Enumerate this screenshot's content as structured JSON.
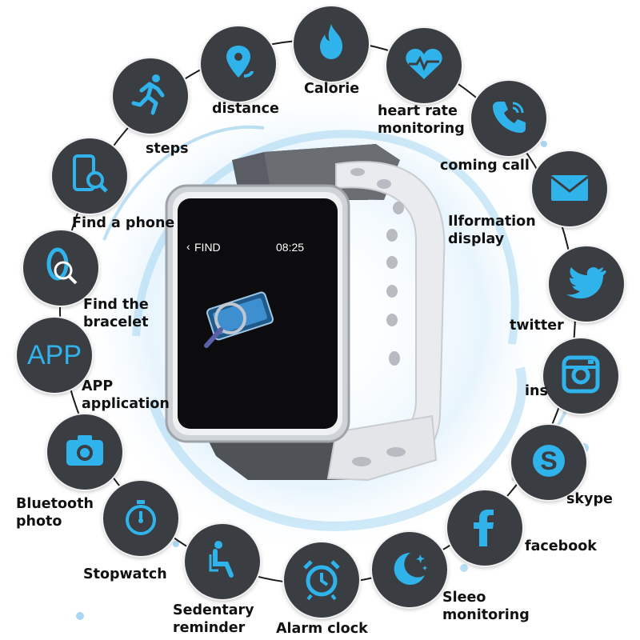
{
  "accent_color": "#2fb3ea",
  "icon_bg_color": "#3a3d42",
  "features": [
    {
      "key": "distance",
      "icon": "location-pin-icon",
      "label_lines": [
        "distance"
      ]
    },
    {
      "key": "calorie",
      "icon": "flame-icon",
      "label_lines": [
        "Calorie"
      ]
    },
    {
      "key": "heart_rate",
      "icon": "heart-rate-icon",
      "label_lines": [
        "heart rate",
        "monitoring"
      ]
    },
    {
      "key": "coming_call",
      "icon": "phone-call-icon",
      "label_lines": [
        "coming call"
      ]
    },
    {
      "key": "information",
      "icon": "envelope-icon",
      "label_lines": [
        "Ilformation",
        "display"
      ]
    },
    {
      "key": "twitter",
      "icon": "twitter-bird-icon",
      "label_lines": [
        "twitter"
      ]
    },
    {
      "key": "ins",
      "icon": "instagram-camera-icon",
      "label_lines": [
        "ins"
      ]
    },
    {
      "key": "skype",
      "icon": "skype-icon",
      "label_lines": [
        "skype"
      ]
    },
    {
      "key": "facebook",
      "icon": "facebook-icon",
      "label_lines": [
        "facebook"
      ]
    },
    {
      "key": "sleep",
      "icon": "moon-stars-icon",
      "label_lines": [
        "Sleeo",
        "monitoring"
      ]
    },
    {
      "key": "alarm",
      "icon": "alarm-clock-icon",
      "label_lines": [
        "Alarm clock"
      ]
    },
    {
      "key": "sedentary",
      "icon": "seated-person-icon",
      "label_lines": [
        "Sedentary",
        "reminder"
      ]
    },
    {
      "key": "stopwatch",
      "icon": "stopwatch-icon",
      "label_lines": [
        "Stopwatch"
      ]
    },
    {
      "key": "bluetooth_photo",
      "icon": "camera-icon",
      "label_lines": [
        "Bluetooth",
        "photo"
      ]
    },
    {
      "key": "app",
      "icon": "app-text-icon",
      "icon_text": "APP",
      "label_lines": [
        "APP",
        "application"
      ]
    },
    {
      "key": "find_bracelet",
      "icon": "find-bracelet-icon",
      "label_lines": [
        "Find the",
        "bracelet"
      ]
    },
    {
      "key": "find_phone",
      "icon": "find-phone-icon",
      "label_lines": [
        "Find a phone"
      ]
    },
    {
      "key": "steps",
      "icon": "running-person-icon",
      "label_lines": [
        "steps"
      ]
    }
  ],
  "watch": {
    "screen_title": "FIND",
    "screen_back": "‹",
    "screen_time": "08:25"
  }
}
